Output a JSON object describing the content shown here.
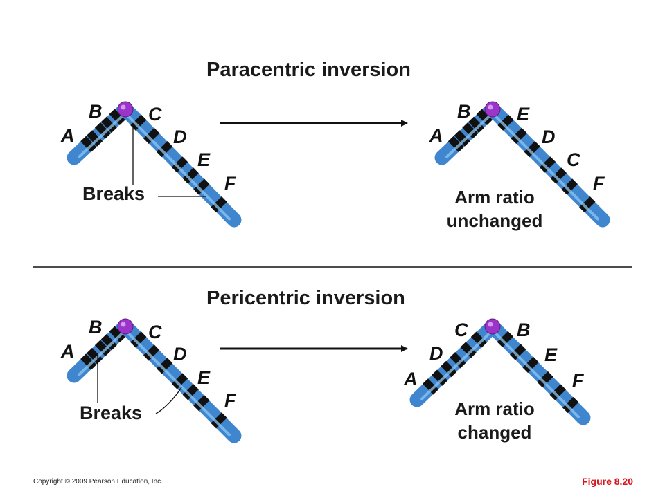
{
  "colors": {
    "chromosome_fill": "#3f86cf",
    "chromosome_highlight": "#8ec7f2",
    "band": "#111111",
    "centromere": "#9b35c9",
    "figure_label": "#d4141c"
  },
  "paracentric": {
    "title": "Paracentric inversion",
    "before_labels": [
      "A",
      "B",
      "C",
      "D",
      "E",
      "F"
    ],
    "breaks_label": "Breaks",
    "after_labels": [
      "A",
      "B",
      "E",
      "D",
      "C",
      "F"
    ],
    "result_line1": "Arm ratio",
    "result_line2": "unchanged"
  },
  "pericentric": {
    "title": "Pericentric inversion",
    "before_labels": [
      "A",
      "B",
      "C",
      "D",
      "E",
      "F"
    ],
    "breaks_label": "Breaks",
    "after_labels": [
      "A",
      "D",
      "C",
      "B",
      "E",
      "F"
    ],
    "result_line1": "Arm ratio",
    "result_line2": "changed"
  },
  "footer": {
    "copyright": "Copyright © 2009 Pearson Education, Inc.",
    "figure": "Figure 8.20"
  }
}
